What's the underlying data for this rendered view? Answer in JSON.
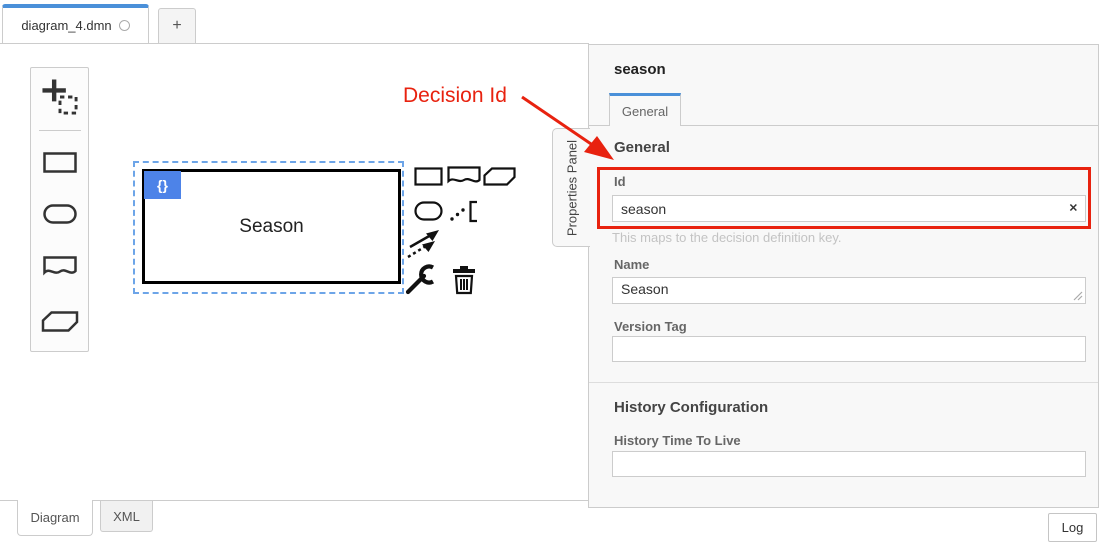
{
  "header": {
    "tab_label": "diagram_4.dmn",
    "unsaved_indicator": true,
    "new_tab_label": "+"
  },
  "palette": {
    "items": [
      "lasso-tool",
      "create-decision",
      "create-input-data",
      "create-knowledge-source",
      "create-business-knowledge-model"
    ]
  },
  "canvas": {
    "node_label": "Season",
    "badge_label": "{}"
  },
  "context_pad": {
    "items": [
      "append-decision",
      "append-knowledge-source",
      "append-business-knowledge-model",
      "append-input-data",
      "append-text-annotation",
      "connect",
      "change-type",
      "delete"
    ]
  },
  "annotation": {
    "label": "Decision Id",
    "color": "#e8220f"
  },
  "properties_panel": {
    "side_tab_label": "Properties Panel",
    "title": "season",
    "tab_label": "General",
    "general_heading": "General",
    "id_field": {
      "label": "Id",
      "value": "season",
      "clear_icon": "✕",
      "help": "This maps to the decision definition key."
    },
    "name_field": {
      "label": "Name",
      "value": "Season"
    },
    "version_field": {
      "label": "Version Tag",
      "value": ""
    },
    "history_heading": "History Configuration",
    "httl_field": {
      "label": "History Time To Live",
      "value": ""
    }
  },
  "footer": {
    "tabs": [
      {
        "label": "Diagram",
        "active": true
      },
      {
        "label": "XML",
        "active": false
      }
    ],
    "log_button_label": "Log"
  },
  "colors": {
    "accent_blue": "#4a90d9",
    "selection_blue": "#6da5e8",
    "badge_blue": "#4d83e8",
    "annotation_red": "#e8220f",
    "panel_bg": "#f8f8f8"
  }
}
